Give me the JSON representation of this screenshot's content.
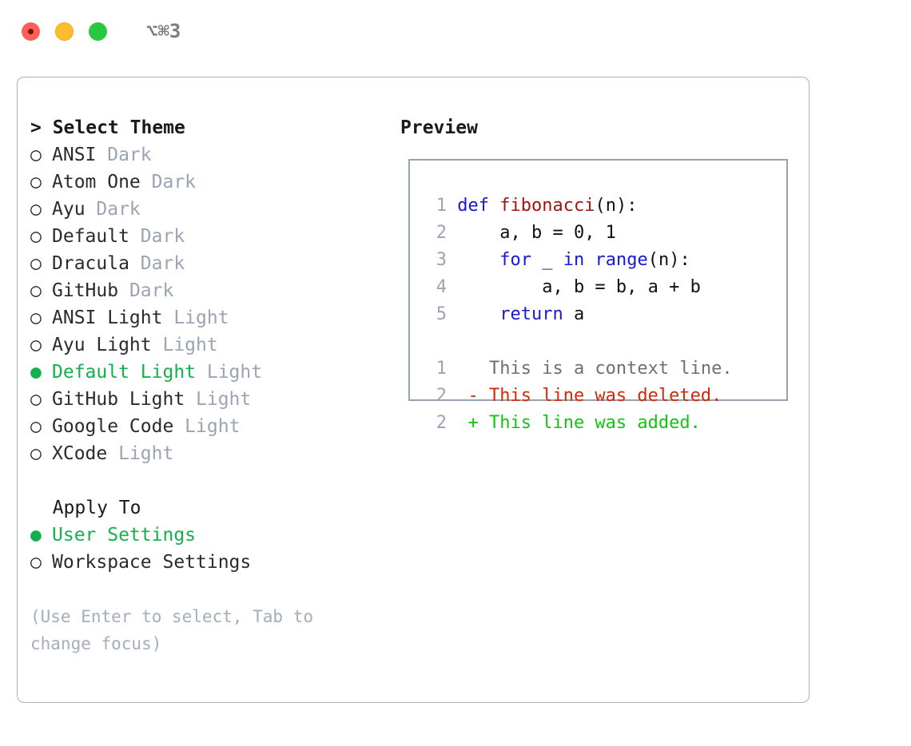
{
  "titlebar": {
    "shortcut": "⌥⌘3",
    "buttons": [
      {
        "name": "close",
        "color": "#ff5f57"
      },
      {
        "name": "minimize",
        "color": "#ffbd2e"
      },
      {
        "name": "maximize",
        "color": "#28c840"
      }
    ]
  },
  "theme_picker": {
    "heading": "> Select Theme",
    "selected_marker": "●",
    "unselected_marker": "○",
    "items": [
      {
        "label": "ANSI",
        "tag": "Dark",
        "selected": false
      },
      {
        "label": "Atom One",
        "tag": "Dark",
        "selected": false
      },
      {
        "label": "Ayu",
        "tag": "Dark",
        "selected": false
      },
      {
        "label": "Default",
        "tag": "Dark",
        "selected": false
      },
      {
        "label": "Dracula",
        "tag": "Dark",
        "selected": false
      },
      {
        "label": "GitHub",
        "tag": "Dark",
        "selected": false
      },
      {
        "label": "ANSI Light",
        "tag": "Light",
        "selected": false
      },
      {
        "label": "Ayu Light",
        "tag": "Light",
        "selected": false
      },
      {
        "label": "Default Light",
        "tag": "Light",
        "selected": true
      },
      {
        "label": "GitHub Light",
        "tag": "Light",
        "selected": false
      },
      {
        "label": "Google Code",
        "tag": "Light",
        "selected": false
      },
      {
        "label": "XCode",
        "tag": "Light",
        "selected": false
      }
    ]
  },
  "apply_to": {
    "heading": "Apply To",
    "items": [
      {
        "label": "User Settings",
        "selected": true
      },
      {
        "label": "Workspace Settings",
        "selected": false
      }
    ]
  },
  "hint": "(Use Enter to select, Tab to change focus)",
  "preview": {
    "heading": "Preview",
    "code_lines": [
      {
        "no": "1",
        "tokens": [
          {
            "t": "def ",
            "c": "kw"
          },
          {
            "t": "fibonacci",
            "c": "fn"
          },
          {
            "t": "(n):",
            "c": "txt"
          }
        ]
      },
      {
        "no": "2",
        "tokens": [
          {
            "t": "    a, b = 0, 1",
            "c": "txt"
          }
        ]
      },
      {
        "no": "3",
        "tokens": [
          {
            "t": "    ",
            "c": "txt"
          },
          {
            "t": "for",
            "c": "kw"
          },
          {
            "t": " _ ",
            "c": "txt"
          },
          {
            "t": "in",
            "c": "kw"
          },
          {
            "t": " ",
            "c": "txt"
          },
          {
            "t": "range",
            "c": "kw"
          },
          {
            "t": "(n):",
            "c": "txt"
          }
        ]
      },
      {
        "no": "4",
        "tokens": [
          {
            "t": "        a, b = b, a + b",
            "c": "txt"
          }
        ]
      },
      {
        "no": "5",
        "tokens": [
          {
            "t": "    ",
            "c": "txt"
          },
          {
            "t": "return",
            "c": "kw"
          },
          {
            "t": " a",
            "c": "txt"
          }
        ]
      }
    ],
    "diff_lines": [
      {
        "no": "1",
        "sign": " ",
        "text": "This is a context line.",
        "kind": "ctx"
      },
      {
        "no": "2",
        "sign": "-",
        "text": "This line was deleted.",
        "kind": "del"
      },
      {
        "no": "2",
        "sign": "+",
        "text": "This line was added.",
        "kind": "add"
      }
    ]
  },
  "colors": {
    "accent_green": "#13b04c",
    "keyword_blue": "#1717d6",
    "function_red": "#a11414",
    "diff_delete": "#cf2a0c",
    "diff_add": "#11c411",
    "muted_gray": "#9aa4b2",
    "border": "#a9b1bd"
  }
}
